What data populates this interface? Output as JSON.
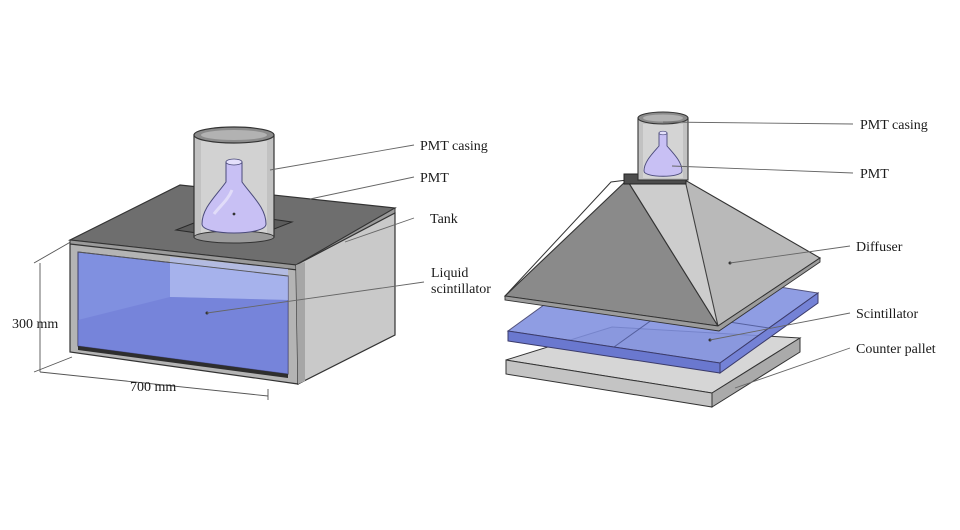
{
  "left_panel": {
    "labels": {
      "pmt_casing": "PMT casing",
      "pmt": "PMT",
      "tank": "Tank",
      "liquid_line1": "Liquid",
      "liquid_line2": "scintillator"
    },
    "dimensions": {
      "height": "300 mm",
      "width": "700 mm"
    }
  },
  "right_panel": {
    "labels": {
      "pmt_casing": "PMT casing",
      "pmt": "PMT",
      "diffuser": "Diffuser",
      "scintillator": "Scintillator",
      "counter_pallet": "Counter pallet"
    }
  },
  "colors": {
    "scintillator_blue": "#8090e0",
    "pmt_violet": "#c8c0f4",
    "metal_dark": "#6f6f6f",
    "metal_light": "#bdbdbd"
  }
}
